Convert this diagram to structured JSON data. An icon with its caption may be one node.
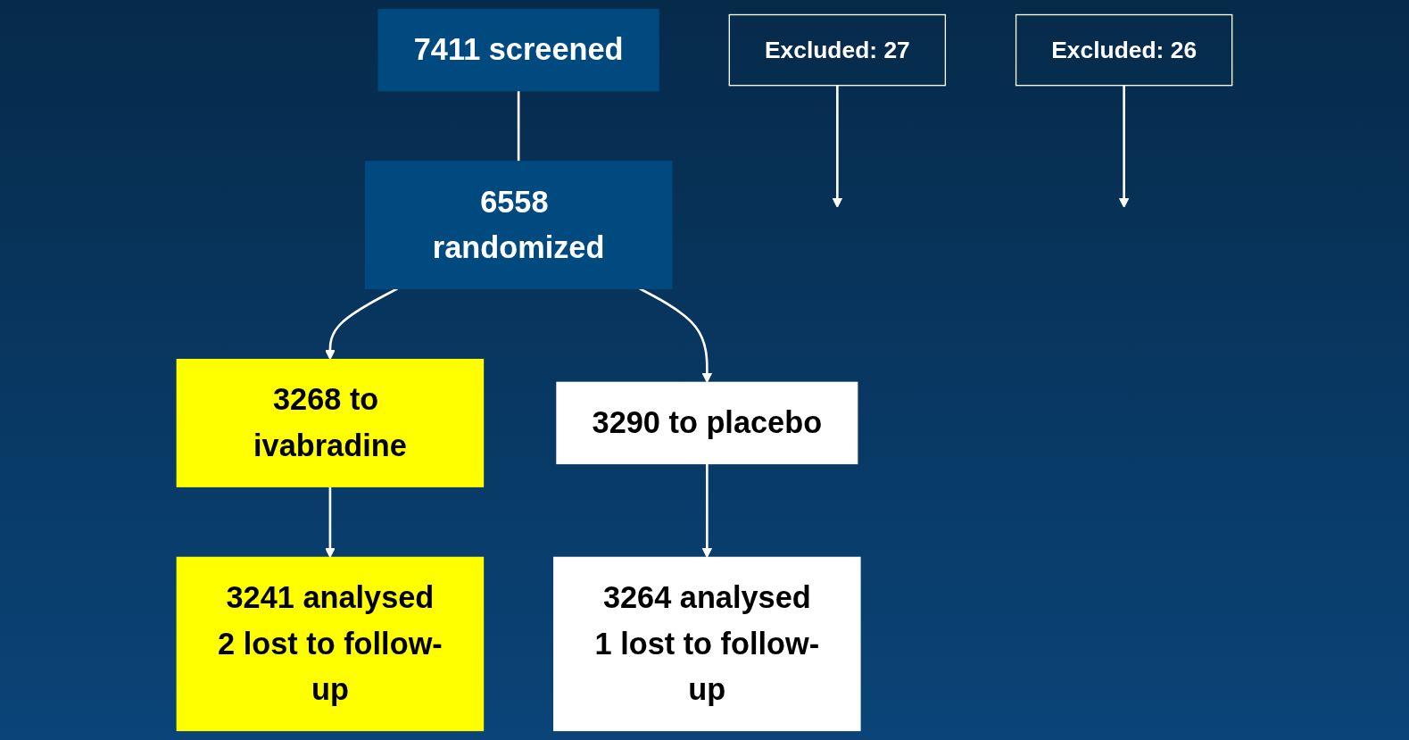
{
  "diagram": {
    "nodes": [
      {
        "text": [
          "7411 screened"
        ]
      },
      {
        "text": [
          "6558 randomized"
        ]
      },
      {
        "text": [
          "3268 to ivabradine"
        ]
      },
      {
        "text": [
          "3290 to placebo"
        ]
      },
      {
        "text": [
          "Excluded: 27"
        ]
      },
      {
        "text": [
          "Excluded: 26"
        ]
      },
      {
        "text": [
          "3241 analysed",
          "2 lost to follow-up"
        ]
      },
      {
        "text": [
          "3264 analysed",
          "1 lost to follow-up"
        ]
      }
    ],
    "edges": [
      {
        "from": 0,
        "to": 1,
        "arrow": "none"
      },
      {
        "from": 1,
        "to": 2,
        "arrow": "to"
      },
      {
        "from": 1,
        "to": 3,
        "arrow": "to"
      },
      {
        "from": 2,
        "to": 6,
        "arrow": "to"
      },
      {
        "from": 3,
        "to": 7,
        "arrow": "to"
      },
      {
        "from": 4,
        "to": null,
        "arrow": "to"
      },
      {
        "from": 5,
        "to": null,
        "arrow": "to"
      }
    ]
  }
}
